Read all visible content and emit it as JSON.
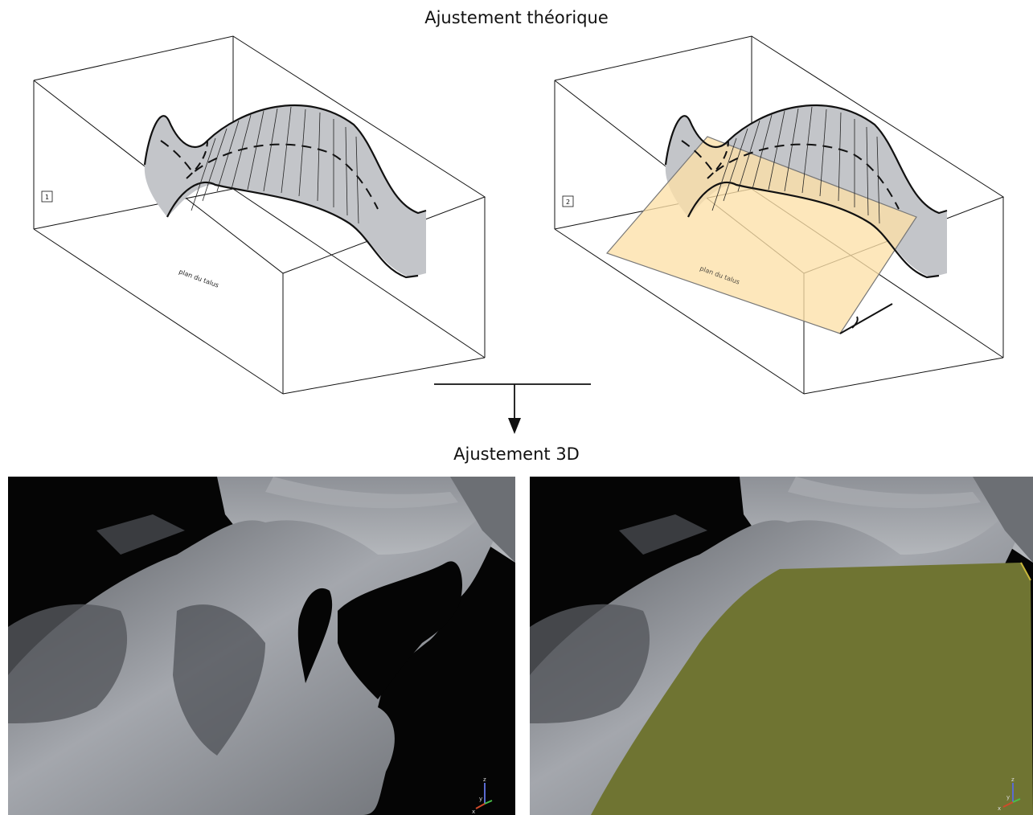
{
  "titles": {
    "theoretical": "Ajustement théorique",
    "fit3d": "Ajustement 3D"
  },
  "panels": [
    {
      "label": "1",
      "plane_text": "plan du talus"
    },
    {
      "label": "2",
      "plane_text": "plan du talus"
    }
  ],
  "axes_triad": {
    "x": "x",
    "y": "y",
    "z": "z"
  },
  "colors": {
    "surface": "#c3c5c9",
    "plane": "#fde0a8",
    "plane_3d": "#6f7432",
    "render_background": "#050505",
    "mesh": "#7c7f85"
  }
}
